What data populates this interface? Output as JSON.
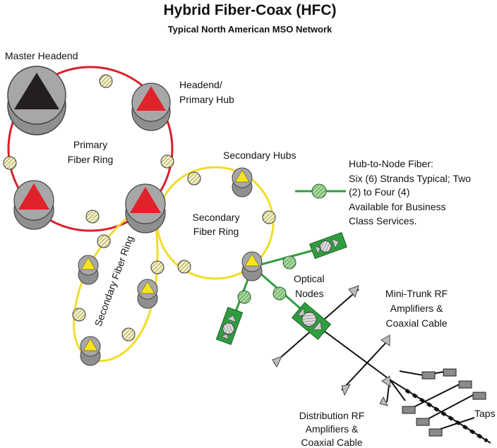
{
  "title": "Hybrid Fiber-Coax (HFC)",
  "subtitle": "Typical North American MSO Network",
  "labels": {
    "master_headend": "Master Headend",
    "headend_l1": "Headend/",
    "headend_l2": "Primary Hub",
    "primary_ring_l1": "Primary",
    "primary_ring_l2": "Fiber Ring",
    "secondary_hubs": "Secondary Hubs",
    "secondary_ring_l1": "Secondary",
    "secondary_ring_l2": "Fiber Ring",
    "secondary_ring_vertical": "Secondary Fiber Ring",
    "hub_to_node_l1": "Hub-to-Node Fiber:",
    "hub_to_node_l2": "Six (6) Strands Typical; Two",
    "hub_to_node_l3": "(2) to Four (4)",
    "hub_to_node_l4": "Available for Business",
    "hub_to_node_l5": "Class Services.",
    "optical_l1": "Optical",
    "optical_l2": "Nodes",
    "minitrunk_l1": "Mini-Trunk RF",
    "minitrunk_l2": "Amplifiers &",
    "minitrunk_l3": "Coaxial Cable",
    "distribution_l1": "Distribution RF",
    "distribution_l2": "Amplifiers &",
    "distribution_l3": "Coaxial Cable",
    "taps": "Taps"
  },
  "colors": {
    "primary_ring": "#d8202a",
    "secondary_ring": "#f2dc2a",
    "hub_fiber": "#2e9e3e",
    "headend_triangle": "#231f20",
    "hub_triangle": "#e0222a",
    "secondary_triangle": "#f7e31a",
    "hub_disc": "#9a9a9a",
    "fiber_spool": "#f4f0b0",
    "green_spool": "#9bd18a",
    "coax": "#111111"
  },
  "icons": [
    "headend-icon",
    "hub-icon",
    "secondary-hub-icon",
    "fiber-spool-icon",
    "optical-node-icon",
    "amplifier-icon",
    "tap-icon"
  ]
}
